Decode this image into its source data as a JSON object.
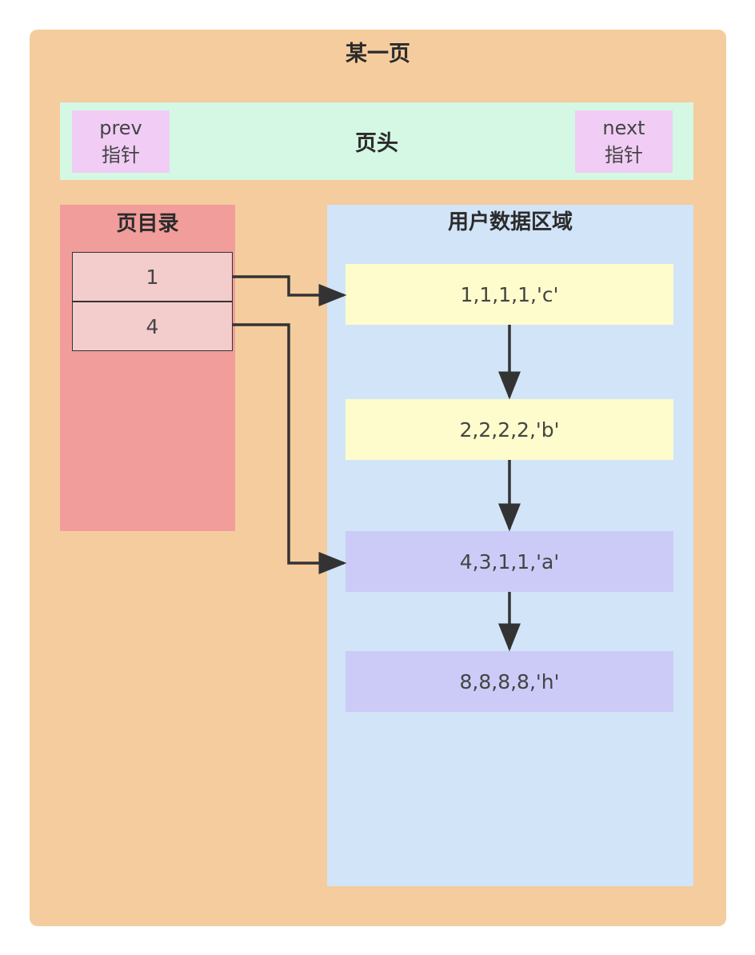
{
  "title": "某一页",
  "header": {
    "label": "页头",
    "prev": {
      "line1": "prev",
      "line2": "指针"
    },
    "next": {
      "line1": "next",
      "line2": "指针"
    }
  },
  "page_directory": {
    "title": "页目录",
    "slots": [
      "1",
      "4"
    ]
  },
  "user_data": {
    "title": "用户数据区域",
    "records": [
      "1,1,1,1,'c'",
      "2,2,2,2,'b'",
      "4,3,1,1,'a'",
      "8,8,8,8,'h'"
    ]
  },
  "colors": {
    "page": "#f5cc9e",
    "header": "#d4f8e3",
    "pointer": "#f1cdf6",
    "directory": "#f09d9b",
    "slot": "#f3cccc",
    "data_area": "#d2e4f8",
    "record_yellow": "#fefccc",
    "record_purple": "#cccbf8",
    "arrow": "#333333"
  }
}
